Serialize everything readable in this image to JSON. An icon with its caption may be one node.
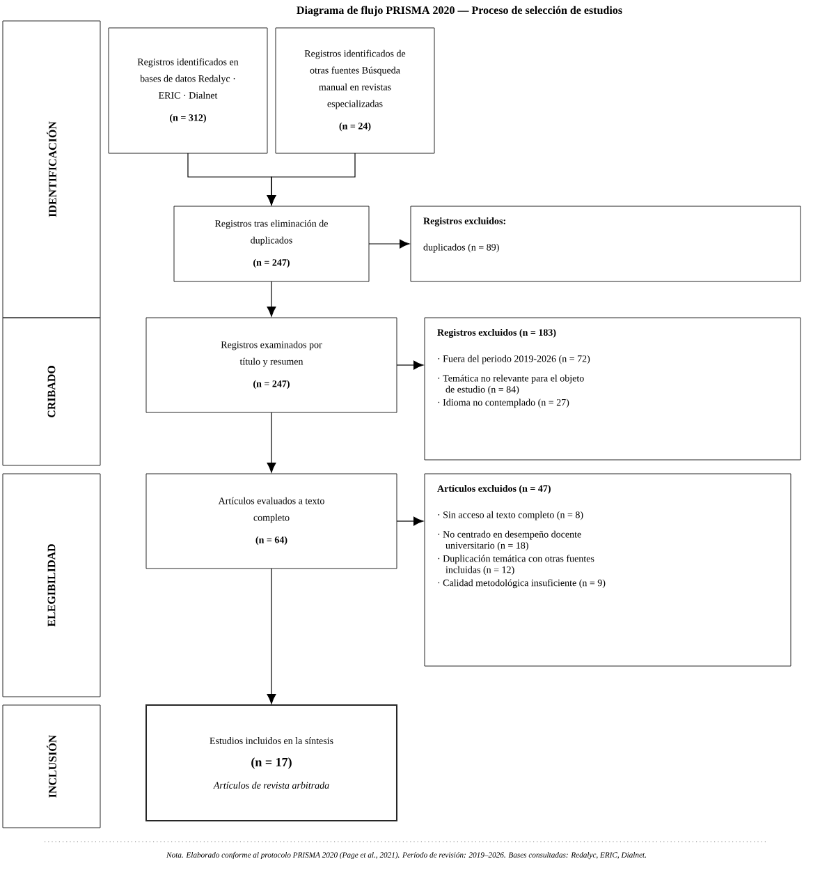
{
  "diagram": {
    "title": "Diagrama de flujo PRISMA 2020 — Proceso de selección de estudios",
    "caption": "Nota. Elaborado conforme al protocolo PRISMA 2020 (Page et al., 2021). Período de revisión: 2019–2026. Bases consultadas: Redalyc, ERIC, Dialnet.",
    "nodes": [
      {
        "text": [
          "IDENTIFICACIÓN"
        ]
      },
      {
        "text": [
          "Registros identificados en bases de datos Redalyc · ERIC · Dialnet",
          "(n = 312)"
        ]
      },
      {
        "text": [
          "Registros identificados de otras fuentes Búsqueda manual en revistas especializadas",
          "(n = 24)"
        ]
      },
      {
        "text": [
          "Registros tras eliminación de duplicados",
          "(n = 247)"
        ]
      },
      {
        "text": [
          "Registros excluidos:",
          "duplicados (n = 89)"
        ]
      },
      {
        "text": [
          "CRIBADO"
        ]
      },
      {
        "text": [
          "Registros examinados por título y resumen",
          "(n = 247)"
        ]
      },
      {
        "text": [
          "Registros excluidos (n = 183)",
          "· Fuera del periodo 2019-2026 (n = 72)",
          "· Temática no relevante para el objeto de estudio (n = 84)",
          "· Idioma no contemplado (n = 27)"
        ]
      },
      {
        "text": [
          "ELEGIBILIDAD"
        ]
      },
      {
        "text": [
          "Artículos evaluados a texto completo",
          "(n = 64)"
        ]
      },
      {
        "text": [
          "Artículos excluidos (n = 47)",
          "· Sin acceso al texto completo (n = 8)",
          "· No centrado en desempeño docente universitario (n = 18)",
          "· Duplicación temática con otras fuentes incluidas (n = 12)",
          "· Calidad metodológica insuficiente (n = 9)"
        ]
      },
      {
        "text": [
          "INCLUSIÓN"
        ]
      },
      {
        "text": [
          "Estudios incluidos en la síntesis",
          "(n = 17)",
          "Artículos de revista arbitrada"
        ]
      }
    ],
    "edges": [
      {
        "from": 1,
        "to": 3,
        "arrow": "to"
      },
      {
        "from": 2,
        "to": 3,
        "arrow": "to"
      },
      {
        "from": 3,
        "to": 4,
        "arrow": "to"
      },
      {
        "from": 3,
        "to": 6,
        "arrow": "to"
      },
      {
        "from": 6,
        "to": 7,
        "arrow": "to"
      },
      {
        "from": 6,
        "to": 9,
        "arrow": "to"
      },
      {
        "from": 9,
        "to": 10,
        "arrow": "to"
      },
      {
        "from": 9,
        "to": 12,
        "arrow": "to"
      }
    ]
  }
}
